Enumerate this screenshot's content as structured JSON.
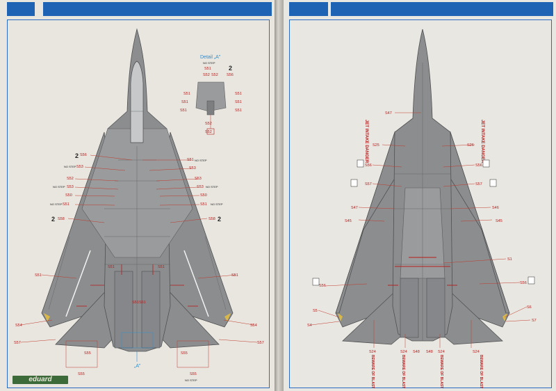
{
  "brand": "eduard",
  "left_page": {
    "detail_title": "Detail „A”",
    "detail_pointer": "„A”",
    "stencil_labels": [
      "S51",
      "S52",
      "S52",
      "S56",
      "S51",
      "S51",
      "S51",
      "S51",
      "S51",
      "S51",
      "S52",
      "S52",
      "S56",
      "S51",
      "S53",
      "S53",
      "S52",
      "S53",
      "S53",
      "S53",
      "S50",
      "S50",
      "S51",
      "S51",
      "S58",
      "S58",
      "S51",
      "S51",
      "S51",
      "S51",
      "S51",
      "S51",
      "S54",
      "S54",
      "S57",
      "S57",
      "S55",
      "S55",
      "S55",
      "S55"
    ],
    "no_step": "NO STEP",
    "counts": [
      "2",
      "2",
      "2",
      "2"
    ]
  },
  "right_page": {
    "stencil_labels": [
      "S47",
      "S25",
      "S26",
      "S56",
      "S56",
      "S57",
      "S57",
      "S47",
      "S45",
      "S46",
      "S45",
      "S1",
      "S56",
      "S56",
      "S5",
      "S6",
      "S4",
      "S7",
      "S24",
      "S24",
      "S48",
      "S48",
      "S24",
      "S24"
    ],
    "warnings": {
      "jet_intake_danger": "JET INTAKE DANGER",
      "beware_of_blast": "BEWARE OF BLAST"
    }
  }
}
